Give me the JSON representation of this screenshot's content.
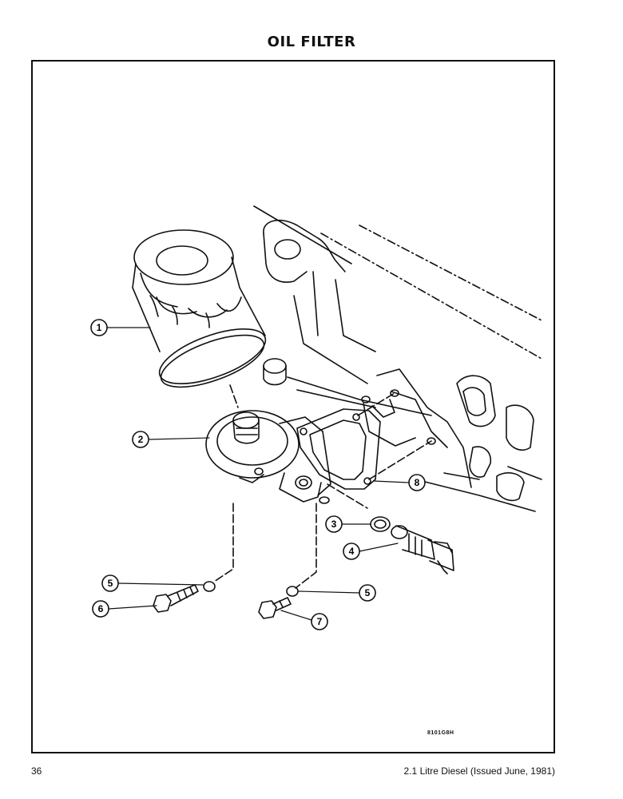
{
  "header": {
    "title": "OIL FILTER"
  },
  "diagram": {
    "callouts": [
      "1",
      "2",
      "3",
      "4",
      "5",
      "5",
      "6",
      "7",
      "8"
    ],
    "figure_code": "8101G8H"
  },
  "footer": {
    "page_number": "36",
    "publication": "2.1 Litre Diesel (Issued June, 1981)"
  }
}
